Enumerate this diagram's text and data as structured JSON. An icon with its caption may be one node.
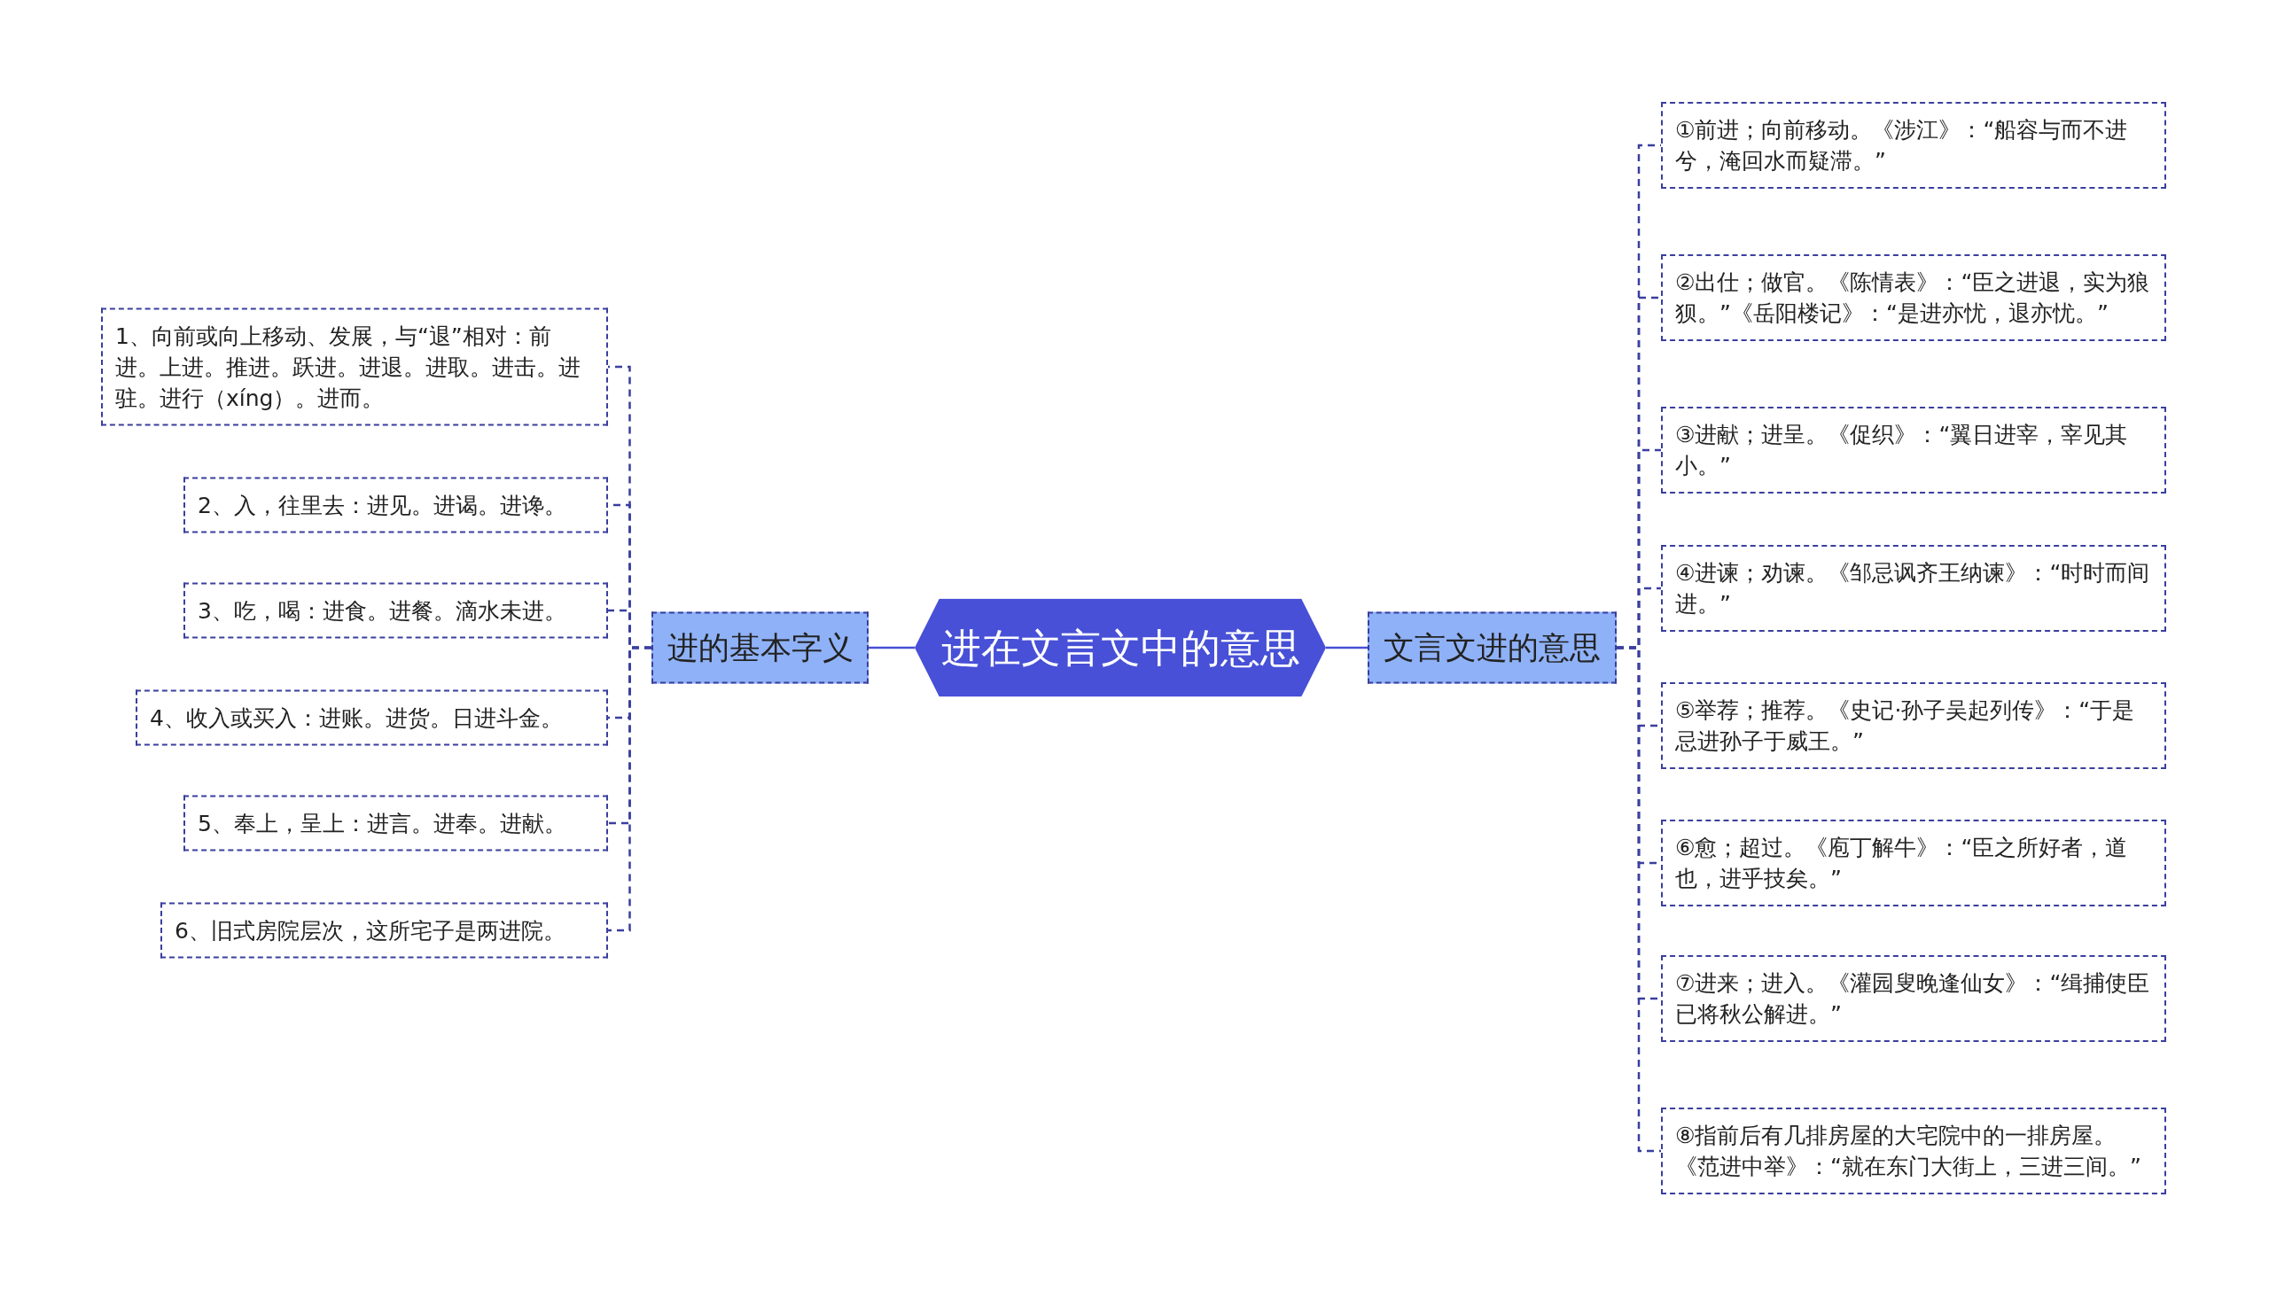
{
  "diagram": {
    "nodes": [
      {
        "text": [
          "进在文言文中的意思"
        ]
      },
      {
        "text": [
          "进的基本字义"
        ]
      },
      {
        "text": [
          "1、向前或向上移动、发展，与“退”相对：前进。上进。推进。跃进。进退。进取。进击。进驻。进行（xíng）。进而。"
        ]
      },
      {
        "text": [
          "2、入，往里去：进见。进谒。进谗。"
        ]
      },
      {
        "text": [
          "3、吃，喝：进食。进餐。滴水未进。"
        ]
      },
      {
        "text": [
          "4、收入或买入：进账。进货。日进斗金。"
        ]
      },
      {
        "text": [
          "5、奉上，呈上：进言。进奉。进献。"
        ]
      },
      {
        "text": [
          "6、旧式房院层次，这所宅子是两进院。"
        ]
      },
      {
        "text": [
          "文言文进的意思"
        ]
      },
      {
        "text": [
          "①前进；向前移动。《涉江》：“船容与而不进兮，淹回水而疑滞。”"
        ]
      },
      {
        "text": [
          "②出仕；做官。《陈情表》：“臣之进退，实为狼狈。”《岳阳楼记》：“是进亦忧，退亦忧。”"
        ]
      },
      {
        "text": [
          "③进献；进呈。《促织》：“翼日进宰，宰见其小。”"
        ]
      },
      {
        "text": [
          "④进谏；劝谏。《邹忌讽齐王纳谏》：“时时而间进。”"
        ]
      },
      {
        "text": [
          "⑤举荐；推荐。《史记·孙子吴起列传》：“于是忌进孙子于威王。”"
        ]
      },
      {
        "text": [
          "⑥愈；超过。《庖丁解牛》：“臣之所好者，道也，进乎技矣。”"
        ]
      },
      {
        "text": [
          "⑦进来；进入。《灌园叟晚逢仙女》：“缉捕使臣已将秋公解进。”"
        ]
      },
      {
        "text": [
          "⑧指前后有几排房屋的大宅院中的一排房屋。《范进中举》：“就在东门大街上，三进三间。”"
        ]
      }
    ],
    "edges": [
      {
        "from": 0,
        "to": 1,
        "arrow": "none",
        "color": "#4750d6"
      },
      {
        "from": 0,
        "to": 8,
        "arrow": "none",
        "color": "#4750d6"
      },
      {
        "from": 1,
        "to": 2,
        "arrow": "none",
        "style": "dashed"
      },
      {
        "from": 1,
        "to": 3,
        "arrow": "none",
        "style": "dashed"
      },
      {
        "from": 1,
        "to": 4,
        "arrow": "none",
        "style": "dashed"
      },
      {
        "from": 1,
        "to": 5,
        "arrow": "none",
        "style": "dashed"
      },
      {
        "from": 1,
        "to": 6,
        "arrow": "none",
        "style": "dashed"
      },
      {
        "from": 1,
        "to": 7,
        "arrow": "none",
        "style": "dashed"
      },
      {
        "from": 8,
        "to": 9,
        "arrow": "none",
        "style": "dashed"
      },
      {
        "from": 8,
        "to": 10,
        "arrow": "none",
        "style": "dashed"
      },
      {
        "from": 8,
        "to": 11,
        "arrow": "none",
        "style": "dashed"
      },
      {
        "from": 8,
        "to": 12,
        "arrow": "none",
        "style": "dashed"
      },
      {
        "from": 8,
        "to": 13,
        "arrow": "none",
        "style": "dashed"
      },
      {
        "from": 8,
        "to": 14,
        "arrow": "none",
        "style": "dashed"
      },
      {
        "from": 8,
        "to": 15,
        "arrow": "none",
        "style": "dashed"
      },
      {
        "from": 8,
        "to": 16,
        "arrow": "none",
        "style": "dashed"
      }
    ]
  }
}
